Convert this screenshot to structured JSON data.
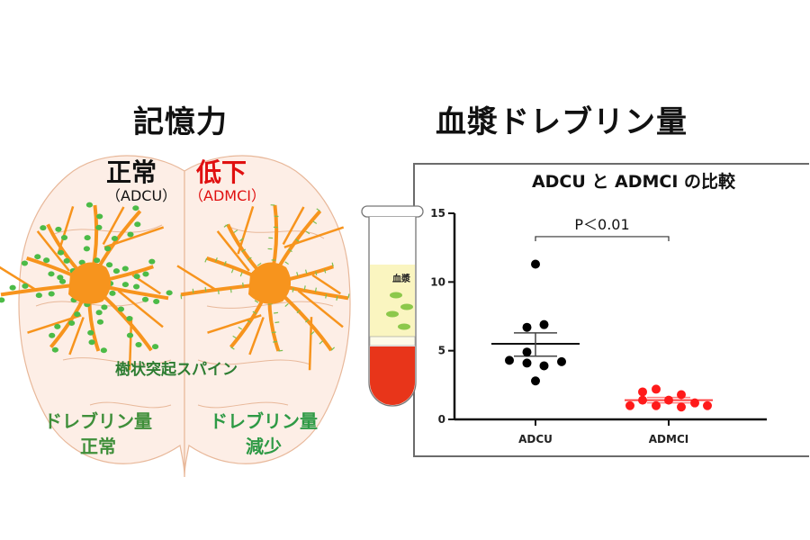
{
  "left_panel": {
    "title": "記憶力",
    "normal": {
      "label": "正常",
      "group": "（ADCU）",
      "drebrin_line1": "ドレブリン量",
      "drebrin_line2": "正常"
    },
    "reduced": {
      "label": "低下",
      "group": "（ADMCI）",
      "drebrin_line1": "ドレブリン量",
      "drebrin_line2": "減少"
    },
    "spine_label": "樹状突起スパイン",
    "colors": {
      "neuron": "#f7941d",
      "spine": "#4cbb47",
      "brain_fill": "#fdeee6",
      "brain_line": "#e8b89a",
      "reduced_text": "#e01010"
    }
  },
  "right_panel": {
    "title": "血漿ドレブリン量",
    "tube": {
      "label": "血漿",
      "colors": {
        "plasma": "#faf5c0",
        "blood": "#e8351a",
        "particles": "#8cc84b"
      }
    }
  },
  "chart_data": {
    "type": "scatter",
    "title": "ADCU と ADMCI の比較",
    "xlabel": "",
    "ylabel": "",
    "ylim": [
      0,
      15
    ],
    "yticks": [
      0,
      5,
      10,
      15
    ],
    "categories": [
      "ADCU",
      "ADMCI"
    ],
    "grid": false,
    "legend": "none",
    "annotation": {
      "text": "P＜0.01",
      "between": [
        "ADCU",
        "ADMCI"
      ]
    },
    "series": [
      {
        "name": "ADCU",
        "color": "#000000",
        "values": [
          11.3,
          6.7,
          6.9,
          4.9,
          4.3,
          4.1,
          3.9,
          4.2,
          2.8
        ],
        "mean": 5.5,
        "sem_upper": 6.3,
        "sem_lower": 4.6
      },
      {
        "name": "ADMCI",
        "color": "#ff1a1a",
        "values": [
          1.0,
          2.0,
          1.4,
          2.2,
          1.0,
          1.4,
          1.8,
          0.9,
          1.2,
          1.0
        ],
        "mean": 1.4,
        "sem_upper": 1.6,
        "sem_lower": 1.2
      }
    ]
  }
}
